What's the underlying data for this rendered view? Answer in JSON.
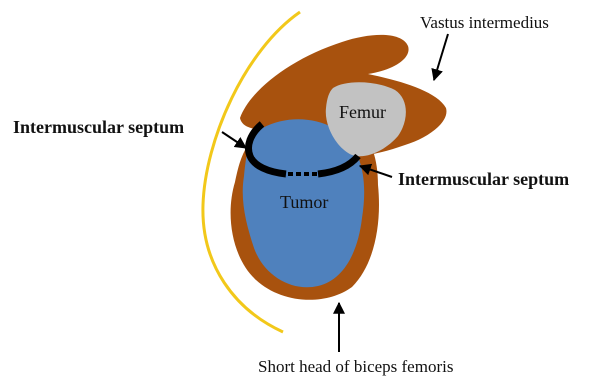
{
  "labels": {
    "vastus": "Vastus intermedius",
    "femur": "Femur",
    "septum_left": "Intermuscular  septum",
    "septum_right": "Intermuscular  septum",
    "tumor": "Tumor",
    "biceps": "Short  head of biceps femoris"
  },
  "colors": {
    "muscle": "#a8520e",
    "tumor": "#4f81bd",
    "femur": "#c2c2c2",
    "skin_line": "#f2c81a",
    "septum": "#000000",
    "arrow": "#000000",
    "background": "#ffffff"
  }
}
